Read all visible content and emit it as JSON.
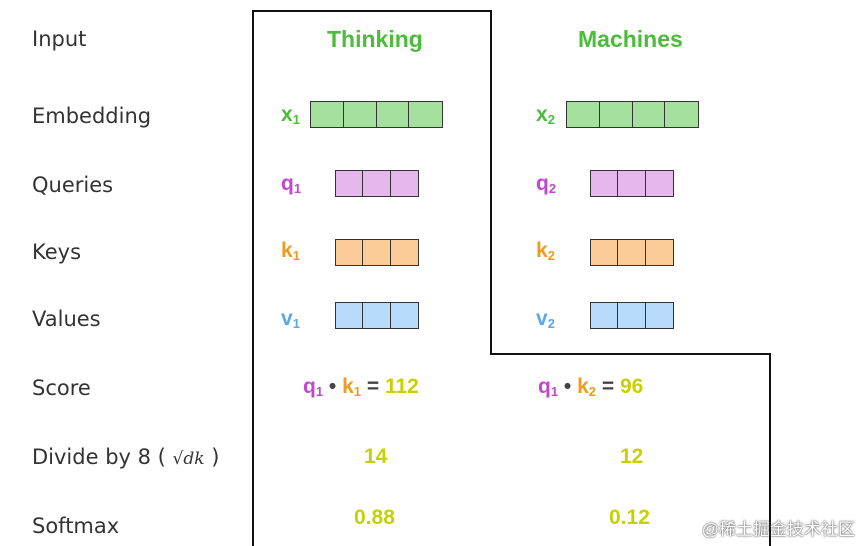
{
  "row_labels": {
    "input": "Input",
    "embedding": "Embedding",
    "queries": "Queries",
    "keys": "Keys",
    "values": "Values",
    "score": "Score",
    "divide": "Divide by 8 (",
    "divide_sqrt": "√dk",
    "divide_close": ")",
    "softmax": "Softmax"
  },
  "words": [
    "Thinking",
    "Machines"
  ],
  "vectors": {
    "x1": {
      "name": "x",
      "sub": "1",
      "cells": 4
    },
    "x2": {
      "name": "x",
      "sub": "2",
      "cells": 4
    },
    "q1": {
      "name": "q",
      "sub": "1",
      "cells": 3
    },
    "q2": {
      "name": "q",
      "sub": "2",
      "cells": 3
    },
    "k1": {
      "name": "k",
      "sub": "1",
      "cells": 3
    },
    "k2": {
      "name": "k",
      "sub": "2",
      "cells": 3
    },
    "v1": {
      "name": "v",
      "sub": "1",
      "cells": 3
    },
    "v2": {
      "name": "v",
      "sub": "2",
      "cells": 3
    }
  },
  "scores": [
    {
      "q": "q",
      "q_sub": "1",
      "dot": "•",
      "k": "k",
      "k_sub": "1",
      "eq": "=",
      "value": "112"
    },
    {
      "q": "q",
      "q_sub": "1",
      "dot": "•",
      "k": "k",
      "k_sub": "2",
      "eq": "=",
      "value": "96"
    }
  ],
  "divided": [
    "14",
    "12"
  ],
  "softmax": [
    "0.88",
    "0.12"
  ],
  "colors": {
    "embedding_fill": "#a3e19d",
    "query_fill": "#e5b7ed",
    "key_fill": "#fbcb98",
    "value_fill": "#b8dafb",
    "outline": "#111111"
  },
  "watermark": "@稀土掘金技术社区"
}
